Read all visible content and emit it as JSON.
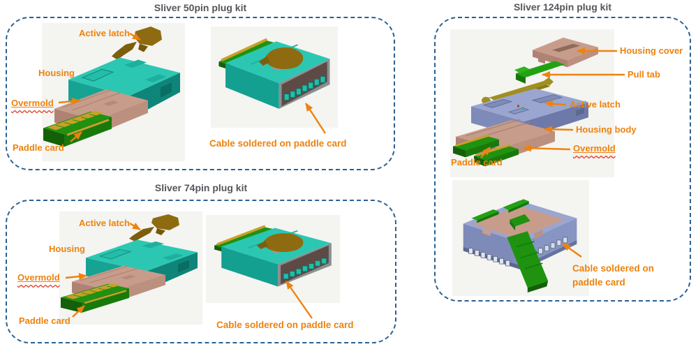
{
  "figure": {
    "panels": [
      {
        "title": "Sliver 50pin plug kit",
        "labels": {
          "active_latch": "Active latch",
          "housing": "Housing",
          "overmold": "Overmold",
          "paddle_card": "Paddle card",
          "cable": "Cable soldered on paddle card"
        }
      },
      {
        "title": "Sliver 74pin plug kit",
        "labels": {
          "active_latch": "Active latch",
          "housing": "Housing",
          "overmold": "Overmold",
          "paddle_card": "Paddle card",
          "cable": "Cable soldered on paddle card"
        }
      },
      {
        "title": "Sliver 124pin plug kit",
        "labels": {
          "housing_cover": "Housing cover",
          "pull_tab": "Pull tab",
          "active_latch": "Active latch",
          "housing_body": "Housing body",
          "overmold": "Overmold",
          "paddle_card": "Paddle card",
          "cable": "Cable soldered on paddle card"
        }
      }
    ],
    "colors": {
      "panel_border": "#2A6090",
      "label_orange": "#EE820D",
      "title_gray": "#54565A",
      "spellcheck_red": "#E03A2A",
      "housing_teal": "#2CC7B2",
      "latch_brown": "#8E6B10",
      "overmold_tan": "#C89C8B",
      "paddle_green": "#1F9210",
      "pin_gold": "#C8A02A",
      "housing_periwinkle": "#9AA6CF",
      "latch_olive": "#A08F20",
      "socket_face_brown": "#5E4A44"
    }
  }
}
